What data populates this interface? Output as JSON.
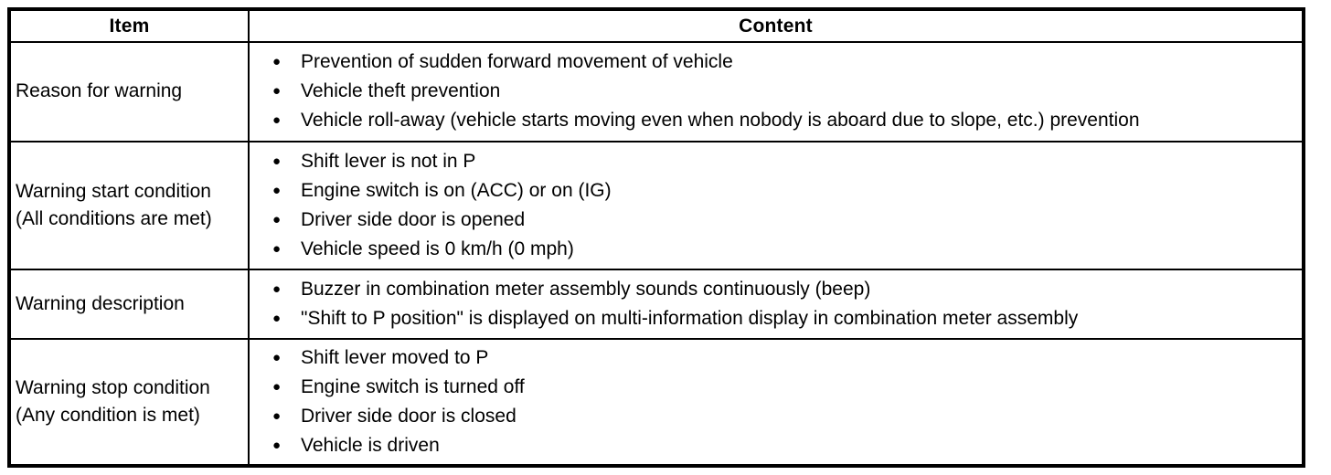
{
  "colors": {
    "border": "#000000",
    "text": "#000000",
    "background": "#ffffff"
  },
  "icons": {
    "bullet": "●"
  },
  "table": {
    "headers": {
      "item": "Item",
      "content": "Content"
    },
    "rows": [
      {
        "item": [
          "Reason for warning"
        ],
        "bullets": [
          "Prevention of sudden forward movement of vehicle",
          "Vehicle theft prevention",
          "Vehicle roll-away (vehicle starts moving even when nobody is aboard due to slope, etc.) prevention"
        ]
      },
      {
        "item": [
          "Warning start condition",
          "(All conditions are met)"
        ],
        "bullets": [
          "Shift lever is not in P",
          "Engine switch is on (ACC) or on (IG)",
          "Driver side door is opened",
          "Vehicle speed is 0 km/h (0 mph)"
        ]
      },
      {
        "item": [
          "Warning description"
        ],
        "bullets": [
          "Buzzer in combination meter assembly sounds continuously (beep)",
          "\"Shift to P position\" is displayed on multi-information display in combination meter assembly"
        ]
      },
      {
        "item": [
          "Warning stop condition",
          "(Any condition is met)"
        ],
        "bullets": [
          "Shift lever moved to P",
          "Engine switch is turned off",
          "Driver side door is closed",
          "Vehicle is driven"
        ]
      }
    ]
  }
}
